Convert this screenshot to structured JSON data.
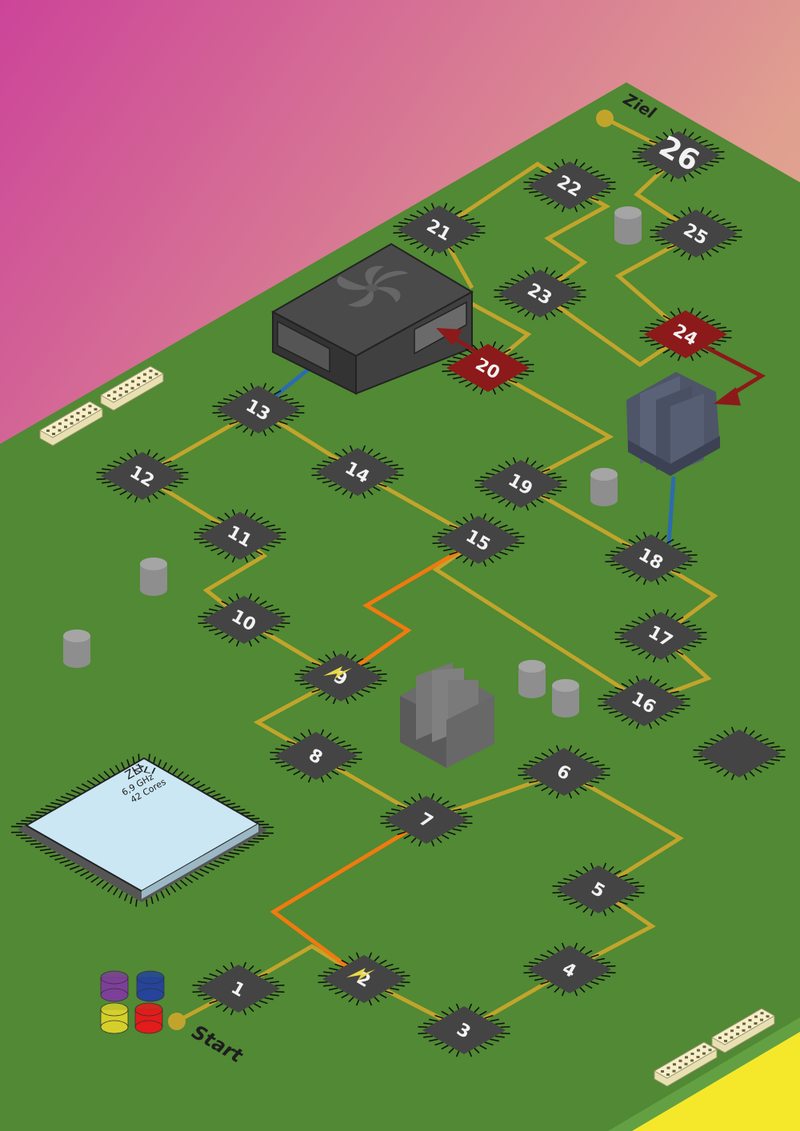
{
  "board": {
    "start_label": "Start",
    "goal_label": "Ziel",
    "cpu": {
      "name": "ZLI",
      "clock": "6,9 GHz",
      "cores": "42 Cores"
    }
  },
  "fields": [
    {
      "label": "1",
      "type": "normal"
    },
    {
      "label": "2",
      "type": "boost"
    },
    {
      "label": "3",
      "type": "normal"
    },
    {
      "label": "4",
      "type": "normal"
    },
    {
      "label": "5",
      "type": "normal"
    },
    {
      "label": "6",
      "type": "normal"
    },
    {
      "label": "7",
      "type": "normal"
    },
    {
      "label": "8",
      "type": "normal"
    },
    {
      "label": "9",
      "type": "boost"
    },
    {
      "label": "10",
      "type": "normal"
    },
    {
      "label": "11",
      "type": "normal"
    },
    {
      "label": "12",
      "type": "normal"
    },
    {
      "label": "13",
      "type": "normal"
    },
    {
      "label": "14",
      "type": "normal"
    },
    {
      "label": "15",
      "type": "normal"
    },
    {
      "label": "16",
      "type": "normal"
    },
    {
      "label": "17",
      "type": "normal"
    },
    {
      "label": "18",
      "type": "normal"
    },
    {
      "label": "19",
      "type": "normal"
    },
    {
      "label": "20",
      "type": "danger"
    },
    {
      "label": "21",
      "type": "normal"
    },
    {
      "label": "22",
      "type": "normal"
    },
    {
      "label": "23",
      "type": "normal"
    },
    {
      "label": "24",
      "type": "danger"
    },
    {
      "label": "25",
      "type": "normal"
    },
    {
      "label": "26",
      "type": "goal"
    }
  ],
  "pawns": [
    {
      "color": "purple",
      "hex": "#7d3f98"
    },
    {
      "color": "blue",
      "hex": "#25449a"
    },
    {
      "color": "yellow",
      "hex": "#d4cf2a"
    },
    {
      "color": "red",
      "hex": "#e21b1b"
    }
  ],
  "colors": {
    "board": "#518934",
    "chip": "#444444",
    "danger": "#8c1a1a",
    "path": "#c2a42c",
    "shortcut": "#f07a10",
    "blue_link": "#2b6cb0",
    "accent": "#f5e82a"
  }
}
